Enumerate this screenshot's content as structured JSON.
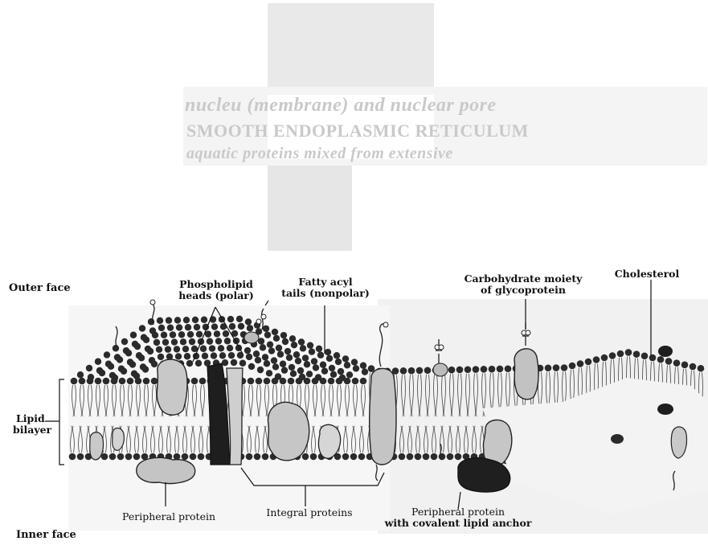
{
  "labels": {
    "outer_face": "Outer face",
    "inner_face": "Inner face",
    "phospholipid_heads": [
      "Phospholipid",
      "heads (polar)"
    ],
    "fatty_acyl_tails": [
      "Fatty acyl",
      "tails (nonpolar)"
    ],
    "carbohydrate_moiety": [
      "Carbohydrate moiety",
      "of glycoprotein"
    ],
    "cholesterol": "Cholesterol",
    "lipid_bilayer": [
      "Lipid",
      "bilayer"
    ],
    "peripheral_protein": "Peripheral protein",
    "integral_proteins": "Integral proteins",
    "peripheral_protein_anchor": [
      "Peripheral protein",
      "with covalent lipid anchor"
    ]
  },
  "bleed_through": {
    "lines": [
      "nucleu     (membrane) and nuclear pore",
      "SMOOTH ENDOPLASMIC RETICULUM",
      "aquatic proteins mixed from extensive"
    ]
  },
  "colors": {
    "head": "#2b2b2b",
    "tail": "#555555",
    "protein_fill": "#bdbdbd",
    "dark_protein": "#1e1e1e",
    "ghost": "#d9d9d9"
  }
}
